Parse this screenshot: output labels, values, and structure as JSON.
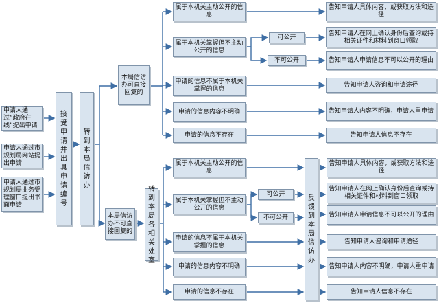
{
  "sources": [
    "申请人通过“政府在线”提出申请",
    "申请人通过市规划局网站提出申请",
    "申请人通过市规划局业务受理窗口提出书面申请"
  ],
  "receive": "接受申请并出具申请编号",
  "transfer": "转到本局信访办",
  "branch_direct": "本局信访办可直接回复的",
  "branch_indirect": "本局信访办不可直接回复的",
  "to_depts": "转到本局各相关处室",
  "feedback": "反馈到本局信访办",
  "conditions": {
    "public": "属于本机关主动公开的信息",
    "held_not_public": "属于本机关掌握但不主动公开的信息",
    "not_held": "申请的信息不属于本机关掌握的信息",
    "unclear": "申请的信息内容不明确",
    "not_exist": "申请的信息不存在"
  },
  "can_disclose": "可公开",
  "cannot_disclose": "不可公开",
  "results": {
    "public": "告知申请人具体内容，或获取方法和途径",
    "can": "告知申请人在网上确认身份后查询或持相关证件和材料到窗口领取",
    "cannot": "告知申请人申请信息不可以公开的理由",
    "not_held": "告知申请人咨询和申请途径",
    "unclear": "告知申请人内容不明确，申请人重申请",
    "not_exist": "告知申请人信息不存在"
  }
}
